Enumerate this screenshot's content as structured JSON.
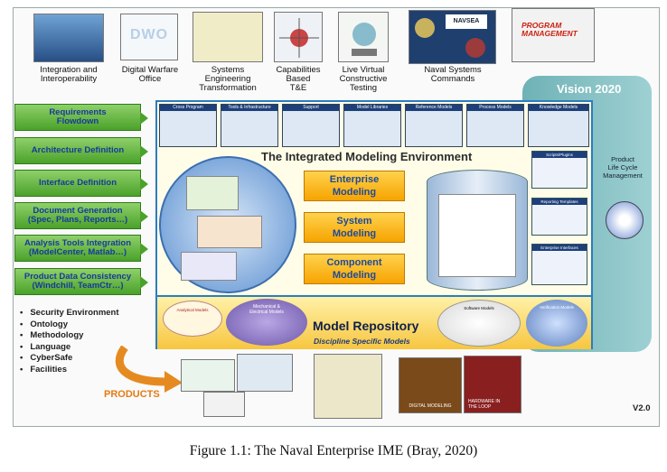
{
  "top_items": [
    {
      "label": "Integration and\nInteroperability"
    },
    {
      "label": "Digital Warfare\nOffice",
      "logo": "DWO"
    },
    {
      "label": "Systems\nEngineering\nTransformation"
    },
    {
      "label": "Capabilities\nBased\nT&E"
    },
    {
      "label": "Live Virtual\nConstructive\nTesting"
    },
    {
      "label": "Naval Systems\nCommands",
      "logo": "NAVSEA"
    },
    {
      "label": "",
      "logo": "PROGRAM\nMANAGEMENT"
    }
  ],
  "left_boxes": [
    "Requirements\nFlowdown",
    "Architecture Definition",
    "Interface Definition",
    "Document Generation\n(Spec, Plans, Reports…)",
    "Analysis Tools Integration\n(ModelCenter, Matlab…)",
    "Product Data Consistency\n(Windchill, TeamCtr…)"
  ],
  "bullets": [
    "Security Environment",
    "Ontology",
    "Methodology",
    "Language",
    "CyberSafe",
    "Facilities"
  ],
  "products_label": "PRODUCTS",
  "vision": {
    "title": "Vision 2020",
    "plm": "Product\nLife Cycle\nManagement",
    "version": "V2.0"
  },
  "ime": {
    "title": "The Integrated Modeling Environment",
    "tabs": [
      "Cross Program",
      "Tools & Infrastructure",
      "Support",
      "Model Libraries",
      "Reference Models",
      "Process Models",
      "Knowledge Models"
    ],
    "modeling": [
      "Enterprise\nModeling",
      "System\nModeling",
      "Component\nModeling"
    ],
    "side_tools": [
      "Scripts/Plugins",
      "Reporting Templates",
      "Enterprise Interfaces"
    ]
  },
  "repository": {
    "title": "Model Repository",
    "subtitle": "Discipline Specific Models",
    "left_model": "Analytical Models",
    "mech_models": "Mechanical &\nElectrical Models",
    "software_models": "Software Models",
    "verif_models": "Verification Models"
  },
  "product_captions": [
    "DIGITAL MODELING",
    "HARDWARE IN\nTHE LOOP"
  ],
  "caption": "Figure 1.1: The Naval Enterprise IME (Bray, 2020)",
  "colors": {
    "green": "#4aa22a",
    "navy": "#163a9b",
    "orange": "#f6a400",
    "teal": "#6fb2b6",
    "blue_border": "#2b7dbf"
  }
}
